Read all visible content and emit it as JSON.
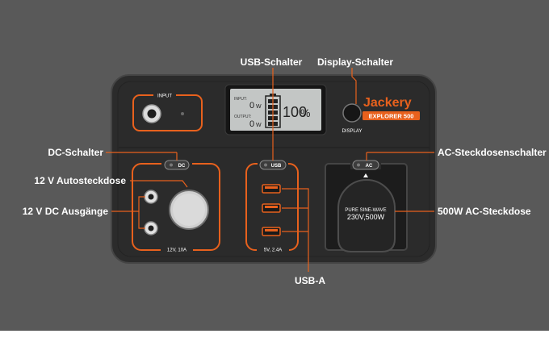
{
  "callouts": {
    "usb_switch": "USB-Schalter",
    "display_switch": "Display-Schalter",
    "dc_switch": "DC-Schalter",
    "ac_switch": "AC-Steckdosenschalter",
    "car_socket": "12 V Autosteckdose",
    "dc_outputs": "12 V DC Ausgänge",
    "ac_outlet": "500W AC-Steckdose",
    "usb_a": "USB-A"
  },
  "panel": {
    "input_label": "INPUT",
    "display_button_label": "DISPLAY",
    "brand": "Jackery",
    "model": "EXPLORER 500",
    "dc_button": "DC",
    "usb_button": "USB",
    "ac_button": "AC",
    "dc_rating": "12V, 10A",
    "usb_rating": "5V, 2.4A",
    "ac_cap_line1": "PURE SINE-WAVE",
    "ac_cap_line2": "230V,500W"
  },
  "lcd": {
    "input_label": "INPUT:",
    "output_label": "OUTPUT:",
    "input_value": "0",
    "input_unit": "W",
    "output_value": "0",
    "output_unit": "W",
    "battery_percent": "100",
    "percent_sign": "%",
    "battery_level": 1.0
  },
  "colors": {
    "accent": "#e8611d",
    "background": "#595959",
    "panel": "#2b2b2b"
  }
}
